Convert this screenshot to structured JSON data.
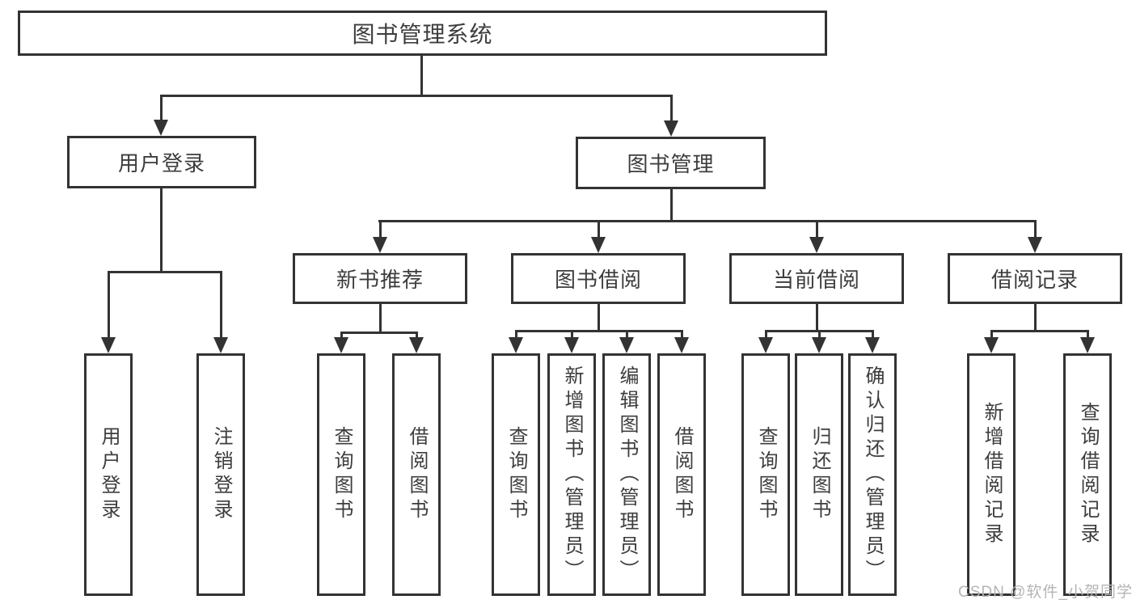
{
  "diagram_type": "hierarchy-tree",
  "colors": {
    "line": "#333333",
    "box_background": "#ffffff",
    "text": "#3d3d3d",
    "watermark": "#b5b5b5",
    "page_background": "#ffffff"
  },
  "watermark": {
    "text": "CSDN @软件_小贺同学"
  },
  "tree": {
    "root": {
      "label": "图书管理系统"
    },
    "branches": [
      {
        "label": "用户登录",
        "children": [
          {
            "label": "用户登录"
          },
          {
            "label": "注销登录"
          }
        ]
      },
      {
        "label": "图书管理",
        "children": [
          {
            "label": "新书推荐",
            "children": [
              {
                "label": "查询图书"
              },
              {
                "label": "借阅图书"
              }
            ]
          },
          {
            "label": "图书借阅",
            "children": [
              {
                "label": "查询图书"
              },
              {
                "label": "新增图书（管理员）"
              },
              {
                "label": "编辑图书（管理员）"
              },
              {
                "label": "借阅图书"
              }
            ]
          },
          {
            "label": "当前借阅",
            "children": [
              {
                "label": "查询图书"
              },
              {
                "label": "归还图书"
              },
              {
                "label": "确认归还（管理员）"
              }
            ]
          },
          {
            "label": "借阅记录",
            "children": [
              {
                "label": "新增借阅记录"
              },
              {
                "label": "查询借阅记录"
              }
            ]
          }
        ]
      }
    ]
  }
}
